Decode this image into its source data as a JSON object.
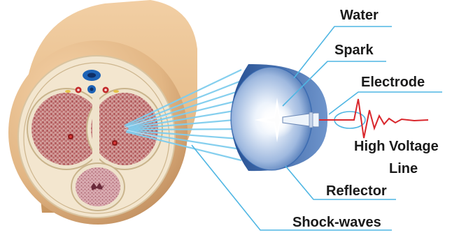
{
  "labels": {
    "water": "Water",
    "spark": "Spark",
    "electrode": "Electrode",
    "high_voltage_line_1": "High Voltage",
    "high_voltage_line_2": "Line",
    "reflector": "Reflector",
    "shock_waves": "Shock-waves"
  },
  "colors": {
    "leader_line": "#4fb6e3",
    "shockwave_beam": "#7fcdee",
    "reflector_dark": "#2f63ad",
    "reflector_light": "#e9f1fb",
    "voltage_trace": "#d9262c",
    "skin": "#e2b684",
    "tissue": "#c2686a",
    "vessel": "#1e63b6"
  }
}
